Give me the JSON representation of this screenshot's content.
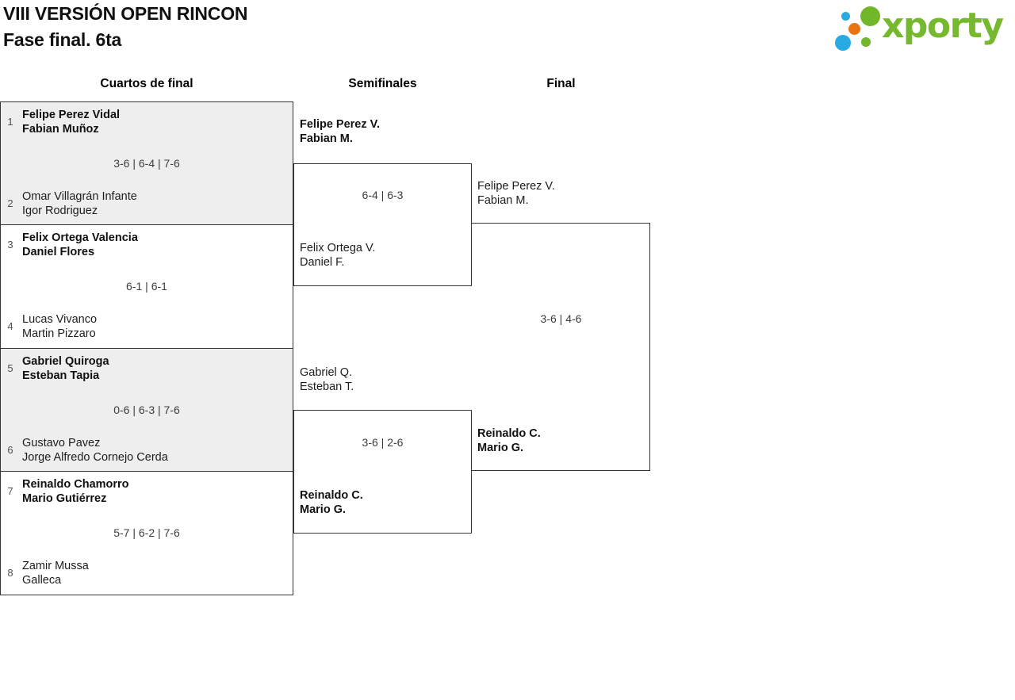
{
  "header": {
    "title_line1": "VIII VERSIÓN OPEN RINCON",
    "title_line2": "Fase final. 6ta"
  },
  "logo": {
    "text": "xporty"
  },
  "round_headers": {
    "quarterfinals": "Cuartos de final",
    "semifinals": "Semifinales",
    "final": "Final"
  },
  "bracket": {
    "quarterfinals": [
      {
        "seed_top": "1",
        "top_line1": "Felipe Perez Vidal",
        "top_line2": "Fabian Muñoz",
        "score": "3-6 | 6-4 | 7-6",
        "seed_bottom": "2",
        "bottom_line1": "Omar Villagrán Infante",
        "bottom_line2": "Igor Rodriguez"
      },
      {
        "seed_top": "3",
        "top_line1": "Felix Ortega Valencia",
        "top_line2": "Daniel Flores",
        "score": "6-1 | 6-1",
        "seed_bottom": "4",
        "bottom_line1": "Lucas Vivanco",
        "bottom_line2": "Martin Pizzaro"
      },
      {
        "seed_top": "5",
        "top_line1": "Gabriel Quiroga",
        "top_line2": "Esteban Tapia",
        "score": "0-6 | 6-3 | 7-6",
        "seed_bottom": "6",
        "bottom_line1": "Gustavo Pavez",
        "bottom_line2": "Jorge Alfredo Cornejo Cerda"
      },
      {
        "seed_top": "7",
        "top_line1": "Reinaldo Chamorro",
        "top_line2": "Mario Gutiérrez",
        "score": "5-7 | 6-2 | 7-6",
        "seed_bottom": "8",
        "bottom_line1": "Zamir Mussa",
        "bottom_line2": "Galleca"
      }
    ],
    "semifinals": [
      {
        "top_line1": "Felipe Perez V.",
        "top_line2": "Fabian M.",
        "score": "6-4 | 6-3",
        "bottom_line1": "Felix Ortega V.",
        "bottom_line2": "Daniel F."
      },
      {
        "top_line1": "Gabriel Q.",
        "top_line2": "Esteban T.",
        "score": "3-6 | 2-6",
        "bottom_line1": "Reinaldo C.",
        "bottom_line2": "Mario G."
      }
    ],
    "final": {
      "top_line1": "Felipe Perez V.",
      "top_line2": "Fabian M.",
      "score": "3-6 | 4-6",
      "bottom_line1": "Reinaldo C.",
      "bottom_line2": "Mario G."
    }
  },
  "colors": {
    "logo_green": "#76b82e",
    "logo_blue": "#29a9e1",
    "logo_orange": "#e87511",
    "match_alt_bg": "#eeeeee",
    "border": "#333538"
  }
}
